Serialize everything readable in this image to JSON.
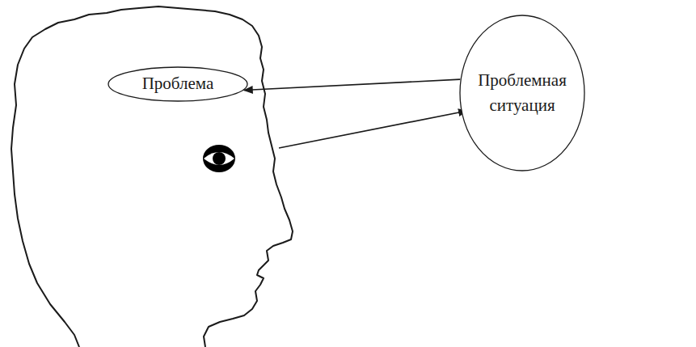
{
  "diagram": {
    "nodes": [
      {
        "text": [
          "Проблема"
        ]
      },
      {
        "text": [
          "Проблемная ситуация"
        ]
      }
    ],
    "edges": [
      {
        "from": 1,
        "to": 0,
        "arrow": "to"
      }
    ]
  }
}
